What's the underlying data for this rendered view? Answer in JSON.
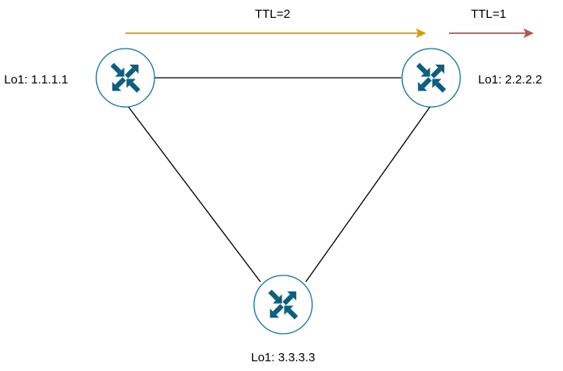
{
  "ttl_arrows": [
    {
      "label": "TTL=2",
      "color": "#d79b00"
    },
    {
      "label": "TTL=1",
      "color": "#b85450"
    }
  ],
  "routers": [
    {
      "label": "Lo1: 1.1.1.1",
      "icon": "router-icon"
    },
    {
      "label": "Lo1: 2.2.2.2",
      "icon": "router-icon"
    },
    {
      "label": "Lo1: 3.3.3.3",
      "icon": "router-icon"
    }
  ],
  "colors": {
    "router_fill": "#ffffff",
    "router_stroke": "#10739e",
    "router_arrows": "#0b5e7e",
    "links": "#000000"
  }
}
